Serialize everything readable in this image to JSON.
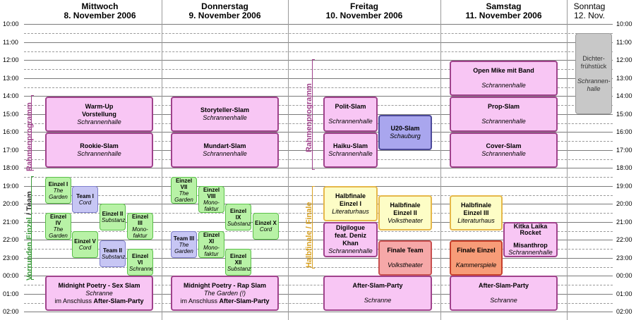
{
  "days": [
    {
      "weekday": "Mittwoch",
      "date": "8. November 2006"
    },
    {
      "weekday": "Donnerstag",
      "date": "9. November 2006"
    },
    {
      "weekday": "Freitag",
      "date": "10. November 2006"
    },
    {
      "weekday": "Samstag",
      "date": "11. November 2006"
    },
    {
      "weekday": "Sonntag",
      "date": "12. Nov."
    }
  ],
  "hours": [
    "10:00",
    "11:00",
    "12:00",
    "13:00",
    "14:00",
    "15:00",
    "16:00",
    "17:00",
    "18:00",
    "19:00",
    "20:00",
    "21:00",
    "22:00",
    "23:00",
    "00:00",
    "01:00",
    "02:00"
  ],
  "section_labels": {
    "rahmen_mi": "Rahmenprogramm",
    "vorrunden": "Vorrunden Einzel / Team",
    "rahmen_fr": "Rahmenprogramm",
    "halbfinale": "Halbfinale / Finale"
  },
  "colors": {
    "rahmen": "#a0428c",
    "vorrunden_a": "#3a9a3a",
    "vorrunden_b": "#333333",
    "halbfinale": "#d8a020"
  },
  "events": [
    {
      "id": "warmup",
      "title": "Warm-Up\nVorstellung",
      "venue": "Schrannenhalle"
    },
    {
      "id": "rookie",
      "title": "Rookie-Slam",
      "venue": "Schrannenhalle"
    },
    {
      "id": "storyteller",
      "title": "Storyteller-Slam",
      "venue": "Schrannenhalle"
    },
    {
      "id": "mundart",
      "title": "Mundart-Slam",
      "venue": "Schrannenhalle"
    },
    {
      "id": "polit",
      "title": "Polit-Slam",
      "venue": "Schrannenhalle"
    },
    {
      "id": "u20",
      "title": "U20-Slam",
      "venue": "Schauburg"
    },
    {
      "id": "haiku",
      "title": "Haiku-Slam",
      "venue": "Schrannenhalle"
    },
    {
      "id": "openmike",
      "title": "Open Mike mit Band",
      "venue": "Schrannenhalle"
    },
    {
      "id": "prop",
      "title": "Prop-Slam",
      "venue": "Schrannenhalle"
    },
    {
      "id": "cover",
      "title": "Cover-Slam",
      "venue": "Schrannenhalle"
    },
    {
      "id": "dichter",
      "title": "Dichter-\nfrühstück",
      "venue": "Schrannen-\nhalle"
    },
    {
      "id": "e1",
      "title": "Einzel I",
      "venue": "The\nGarden"
    },
    {
      "id": "t1",
      "title": "Team I",
      "venue": "Cord"
    },
    {
      "id": "e2",
      "title": "Einzel II",
      "venue": "Substanz"
    },
    {
      "id": "e3",
      "title": "Einzel III",
      "venue": "Mono-\nfaktur"
    },
    {
      "id": "e4",
      "title": "Einzel IV",
      "venue": "The\nGarden"
    },
    {
      "id": "e5",
      "title": "Einzel V",
      "venue": "Cord"
    },
    {
      "id": "t2",
      "title": "Team II",
      "venue": "Substanz"
    },
    {
      "id": "e6",
      "title": "Einzel VI",
      "venue": "Schranne"
    },
    {
      "id": "e7",
      "title": "Einzel VII",
      "venue": "The\nGarden"
    },
    {
      "id": "e8",
      "title": "Einzel VIII",
      "venue": "Mono-\nfaktur"
    },
    {
      "id": "e9",
      "title": "Einzel IX",
      "venue": "Substanz"
    },
    {
      "id": "e10",
      "title": "Einzel X",
      "venue": "Cord"
    },
    {
      "id": "t3",
      "title": "Team III",
      "venue": "The\nGarden"
    },
    {
      "id": "e11",
      "title": "Einzel XI",
      "venue": "Mono-\nfaktur"
    },
    {
      "id": "e12",
      "title": "Einzel XII",
      "venue": "Substanz"
    },
    {
      "id": "hf1",
      "title": "Halbfinale\nEinzel I",
      "venue": "Literaturhaus"
    },
    {
      "id": "hf2",
      "title": "Halbfinale\nEinzel II",
      "venue": "Volkstheater"
    },
    {
      "id": "digi",
      "title": "Digilogue\nfeat. Deniz Khan",
      "venue": "Schrannenhalle"
    },
    {
      "id": "finteam",
      "title": "Finale Team",
      "venue": "Volkstheater"
    },
    {
      "id": "hf3",
      "title": "Halbfinale\nEinzel III",
      "venue": "Literaturhaus"
    },
    {
      "id": "kitka",
      "title": "Kitka Laika\nRocket\n\nMisanthrop",
      "venue": "Schrannenhalle"
    },
    {
      "id": "fineinzel",
      "title": "Finale Einzel",
      "venue": "Kammerspiele"
    },
    {
      "id": "midsex",
      "title": "Midnight Poetry - Sex Slam",
      "venue": "Schranne",
      "extra_pre": "im Anschluss ",
      "extra_bold": "After-Slam-Party"
    },
    {
      "id": "midrap",
      "title": "Midnight Poetry - Rap Slam",
      "venue": "The Garden (!)",
      "extra_pre": "im Anschluss ",
      "extra_bold": "After-Slam-Party"
    },
    {
      "id": "after_fr",
      "title": "After-Slam-Party",
      "venue": "Schranne"
    },
    {
      "id": "after_sa",
      "title": "After-Slam-Party",
      "venue": "Schranne"
    }
  ]
}
